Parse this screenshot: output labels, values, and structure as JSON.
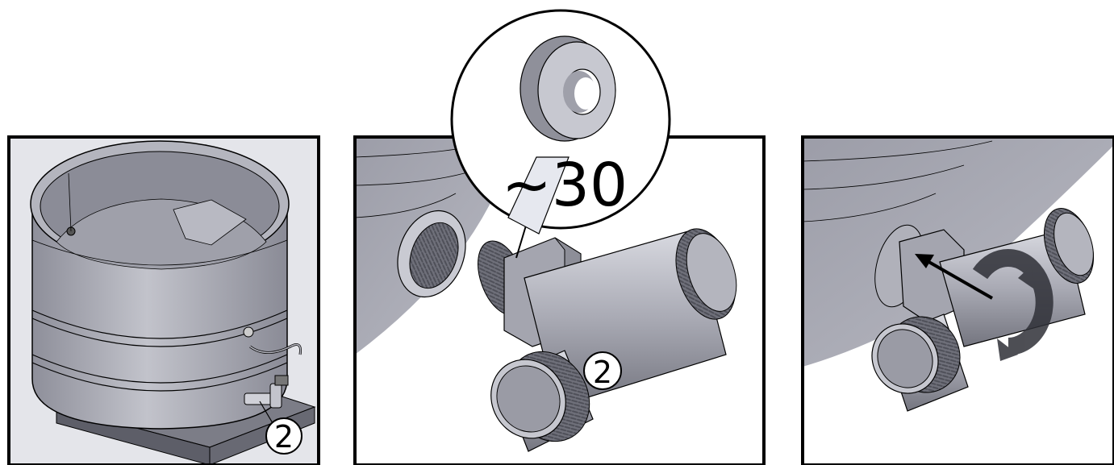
{
  "panels": [
    {
      "callout_number": "2"
    },
    {
      "callout_number": "2",
      "zoom_label": "~30"
    },
    {}
  ],
  "colors": {
    "part_gray": "#a9aab4",
    "part_dark": "#7d7e88",
    "part_light": "#d6d7de",
    "outline": "#000000",
    "background": "#ffffff"
  },
  "icons": [
    "thread-tape-roll-icon",
    "rotate-clockwise-icon",
    "push-arrow-icon"
  ]
}
